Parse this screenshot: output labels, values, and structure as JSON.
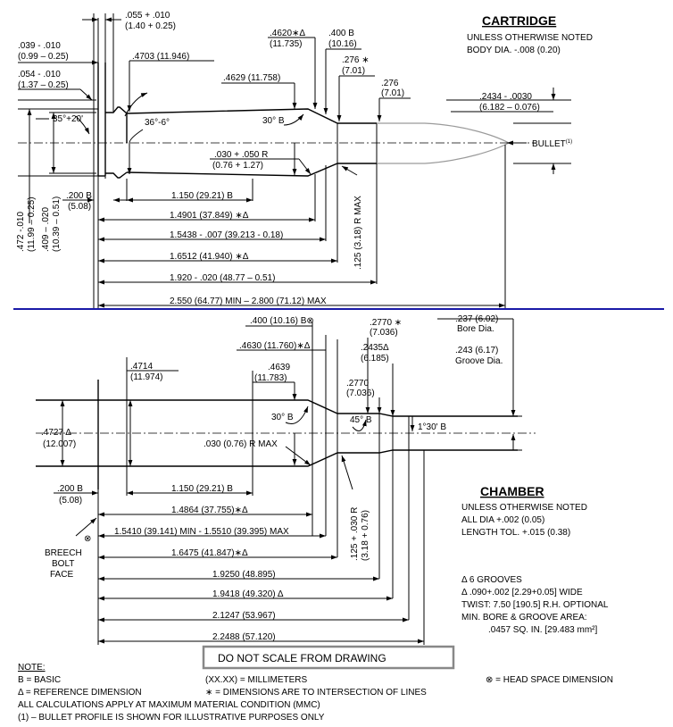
{
  "cartridge": {
    "title": "CARTRIDGE",
    "note1": "UNLESS OTHERWISE NOTED",
    "note2": "BODY DIA. -.008 (0.20)",
    "bullet_label": "BULLET",
    "bullet_sup": "(1)",
    "dims": {
      "d055": ".055 + .010",
      "d055mm": "(1.40 + 0.25)",
      "d039": ".039 - .010",
      "d039mm": "(0.99 – 0.25)",
      "d054": ".054 - .010",
      "d054mm": "(1.37 – 0.25)",
      "d4703": ".4703 (11.946)",
      "d4620": ".4620",
      "d4620mm": "(11.735)",
      "d400b": ".400 B",
      "d400bmm": "(10.16)",
      "d276a": ".276",
      "d276amm": "(7.01)",
      "d276b": ".276",
      "d276bmm": "(7.01)",
      "d4629": ".4629 (11.758)",
      "d2434": ".2434 - .0030",
      "d2434mm": "(6.182 – 0.076)",
      "ang35": "35°+20'",
      "ang36": "36°-6°",
      "ang30": "30° B",
      "r030": ".030 + .050 R",
      "r030mm": "(0.76 + 1.27)",
      "r125": ".125 (3.18) R MAX",
      "d200b": ".200 B",
      "d200bmm": "(5.08)",
      "v472": ".472 -.010",
      "v472mm": "(11.99 – 0.25)",
      "v409": ".409 – .020",
      "v409mm": "(10.39 – 0.51)",
      "l1150": "1.150   (29.21) B",
      "l14901": "1.4901 (37.849)",
      "l15438": "1.5438 - .007 (39.213 - 0.18)",
      "l16512": "1.6512 (41.940)",
      "l1920": "1.920 - .020 (48.77 – 0.51)",
      "l2550": "2.550 (64.77) MIN – 2.800 (71.12) MAX"
    }
  },
  "chamber": {
    "title": "CHAMBER",
    "note1": "UNLESS OTHERWISE NOTED",
    "note2": "ALL DIA +.002 (0.05)",
    "note3": "LENGTH TOL. +.015 (0.38)",
    "grooves": "6 GROOVES",
    "groove_width": ".090+.002 [2.29+0.05] WIDE",
    "twist": "TWIST: 7.50 [190.5] R.H. OPTIONAL",
    "min_area": "MIN. BORE & GROOVE AREA:",
    "min_area_val": ".0457 SQ. IN. [29.483 mm²]",
    "dims": {
      "d400": ".400 (10.16) B",
      "d2770a": ".2770",
      "d2770amm": "(7.036)",
      "d4630": ".4630 (11.760)",
      "d2435": ".2435",
      "d2435mm": "(6.185)",
      "d237": ".237 (6.02)",
      "bore": "Bore Dia.",
      "d243": ".243 (6.17)",
      "groove": "Groove Dia.",
      "d4714": ".4714",
      "d4714mm": "(11.974)",
      "d4639": ".4639",
      "d4639mm": "(11.783)",
      "d2770b": ".2770",
      "d2770bmm": "(7.036)",
      "d4727": ".4727",
      "d4727mm": "(12.007)",
      "ang30": "30° B",
      "ang45": "45° B",
      "ang130": "1°30' B",
      "r030": ".030 (0.76) R MAX",
      "d200b": ".200  B",
      "d200bmm": "(5.08)",
      "r125": ".125 + .030 R",
      "r125mm": "(3.18 + 0.76)",
      "l1150": "1.150   (29.21) B",
      "l14864": "1.4864 (37.755)",
      "l15410": "1.5410 (39.141) MIN  - 1.5510 (39.395) MAX",
      "l16475": "1.6475 (41.847)",
      "l19250": "1.9250 (48.895)",
      "l19418": "1.9418 (49.320)",
      "l21247": "2.1247 (53.967)",
      "l22488": "2.2488 (57.120)",
      "breech1": "BREECH",
      "breech2": "BOLT",
      "breech3": "FACE"
    }
  },
  "dns": "DO NOT SCALE FROM DRAWING",
  "legend": {
    "note": "NOTE:",
    "basic": "B = BASIC",
    "mm": "(XX.XX) = MILLIMETERS",
    "ref": "= REFERENCE DIMENSION",
    "star": "= DIMENSIONS ARE TO INTERSECTION OF LINES",
    "head": "= HEAD SPACE DIMENSION",
    "mmc": "ALL CALCULATIONS APPLY AT MAXIMUM MATERIAL CONDITION (MMC)",
    "bullet": "(1) – BULLET PROFILE IS SHOWN FOR ILLUSTRATIVE PURPOSES ONLY"
  }
}
